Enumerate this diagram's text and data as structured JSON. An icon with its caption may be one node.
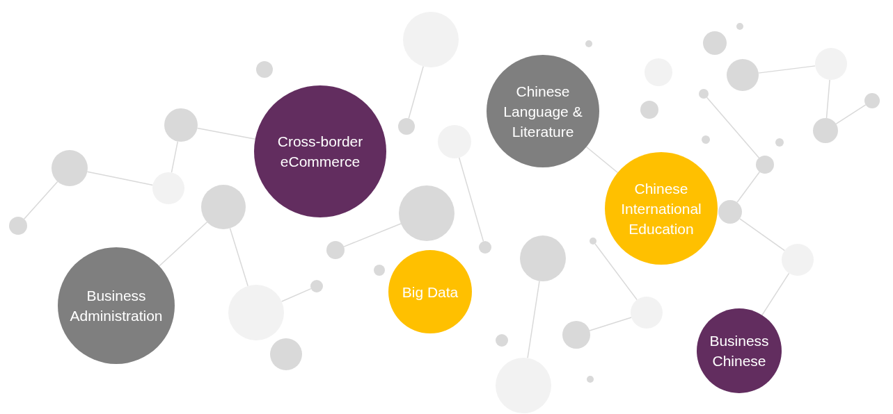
{
  "diagram": {
    "nodes": [
      {
        "text": [
          "Cross-border eCommerce"
        ]
      },
      {
        "text": [
          "Chinese Language & Literature"
        ]
      },
      {
        "text": [
          "Chinese International Education"
        ]
      },
      {
        "text": [
          "Big Data"
        ]
      },
      {
        "text": [
          "Business Administration"
        ]
      },
      {
        "text": [
          "Business Chinese"
        ]
      },
      {
        "text": [],
        "shape": "circle"
      },
      {
        "text": [],
        "shape": "circle"
      },
      {
        "text": [],
        "shape": "circle"
      },
      {
        "text": [],
        "shape": "circle"
      },
      {
        "text": [],
        "shape": "circle"
      },
      {
        "text": [],
        "shape": "circle"
      },
      {
        "text": [],
        "shape": "circle"
      },
      {
        "text": [],
        "shape": "circle"
      },
      {
        "text": [],
        "shape": "circle"
      },
      {
        "text": [],
        "shape": "circle"
      },
      {
        "text": [],
        "shape": "circle"
      },
      {
        "text": [],
        "shape": "circle"
      },
      {
        "text": [],
        "shape": "circle"
      },
      {
        "text": [],
        "shape": "circle"
      },
      {
        "text": [],
        "shape": "circle"
      },
      {
        "text": [],
        "shape": "circle"
      },
      {
        "text": [],
        "shape": "circle"
      },
      {
        "text": [],
        "shape": "circle"
      },
      {
        "text": [],
        "shape": "circle"
      },
      {
        "text": [],
        "shape": "circle"
      },
      {
        "text": [],
        "shape": "circle"
      },
      {
        "text": [],
        "shape": "circle"
      },
      {
        "text": [],
        "shape": "circle"
      },
      {
        "text": [],
        "shape": "circle"
      },
      {
        "text": [],
        "shape": "circle"
      },
      {
        "text": [],
        "shape": "circle"
      },
      {
        "text": [],
        "shape": "circle"
      },
      {
        "text": [],
        "shape": "circle"
      },
      {
        "text": [],
        "shape": "circle"
      },
      {
        "text": [],
        "shape": "circle"
      },
      {
        "text": [],
        "shape": "circle"
      },
      {
        "text": [],
        "shape": "circle"
      },
      {
        "text": [],
        "shape": "circle"
      },
      {
        "text": [],
        "shape": "circle"
      },
      {
        "text": [],
        "shape": "circle"
      },
      {
        "text": [],
        "shape": "circle"
      },
      {
        "text": [],
        "shape": "circle"
      },
      {
        "text": [],
        "shape": "circle"
      }
    ],
    "edges": [
      {
        "from": 7,
        "to": 6,
        "arrow": "none"
      },
      {
        "from": 7,
        "to": 8,
        "arrow": "none"
      },
      {
        "from": 8,
        "to": 9,
        "arrow": "none"
      },
      {
        "from": 9,
        "to": 0,
        "arrow": "none"
      },
      {
        "from": 10,
        "to": 4,
        "arrow": "none"
      },
      {
        "from": 10,
        "to": 11,
        "arrow": "none"
      },
      {
        "from": 11,
        "to": 14,
        "arrow": "none"
      },
      {
        "from": 19,
        "to": 17,
        "arrow": "none"
      },
      {
        "from": 20,
        "to": 21,
        "arrow": "none"
      },
      {
        "from": 18,
        "to": 15,
        "arrow": "none"
      },
      {
        "from": 1,
        "to": 2,
        "arrow": "none"
      },
      {
        "from": 37,
        "to": 42,
        "arrow": "none"
      },
      {
        "from": 42,
        "to": 41,
        "arrow": "none"
      },
      {
        "from": 41,
        "to": 43,
        "arrow": "none"
      },
      {
        "from": 32,
        "to": 38,
        "arrow": "none"
      },
      {
        "from": 38,
        "to": 35,
        "arrow": "none"
      },
      {
        "from": 35,
        "to": 40,
        "arrow": "none"
      },
      {
        "from": 40,
        "to": 5,
        "arrow": "none"
      },
      {
        "from": 24,
        "to": 23,
        "arrow": "none"
      },
      {
        "from": 28,
        "to": 29,
        "arrow": "none"
      },
      {
        "from": 29,
        "to": 25,
        "arrow": "none"
      }
    ]
  }
}
